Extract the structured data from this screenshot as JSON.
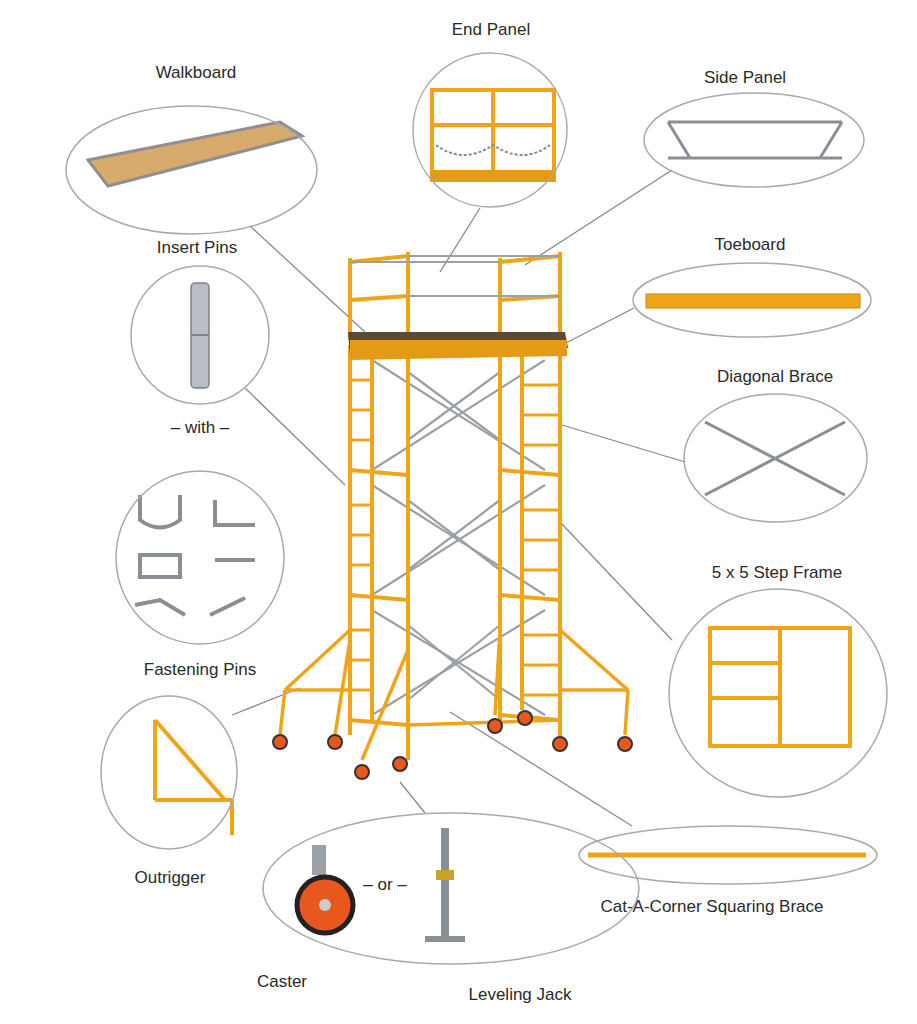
{
  "diagram": {
    "nodes": [
      {
        "text": [
          "Walkboard"
        ]
      },
      {
        "text": [
          "End Panel"
        ]
      },
      {
        "text": [
          "Side Panel"
        ]
      },
      {
        "text": [
          "Insert Pins"
        ]
      },
      {
        "text": [
          "Toeboard"
        ]
      },
      {
        "text": [
          "Diagonal Brace"
        ]
      },
      {
        "text": [
          "Fastening Pins"
        ]
      },
      {
        "text": [
          "5 x 5 Step Frame"
        ]
      },
      {
        "text": [
          "Outrigger"
        ]
      },
      {
        "text": [
          "Cat-A-Corner Squaring Brace"
        ]
      },
      {
        "text": [
          "Caster",
          "– or –",
          "Leveling Jack"
        ]
      }
    ],
    "labels": [
      "– with –"
    ]
  }
}
